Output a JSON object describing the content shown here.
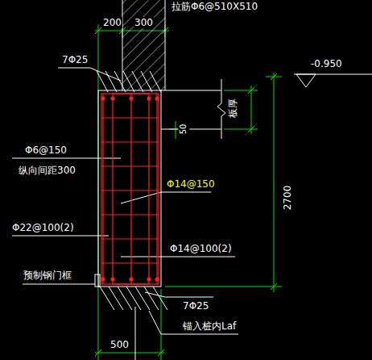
{
  "diagram": {
    "labels": [
      "拉筋Φ6@510X510",
      "200",
      "300",
      "7Φ25",
      "-0.950",
      "板厚",
      "50",
      "Φ6@150",
      "纵向间距300",
      "Φ14@150",
      "2700",
      "Φ22@100(2)",
      "Φ14@100(2)",
      "预制钢门框",
      "7Φ25",
      "锚入桩内Laf",
      "500"
    ]
  }
}
